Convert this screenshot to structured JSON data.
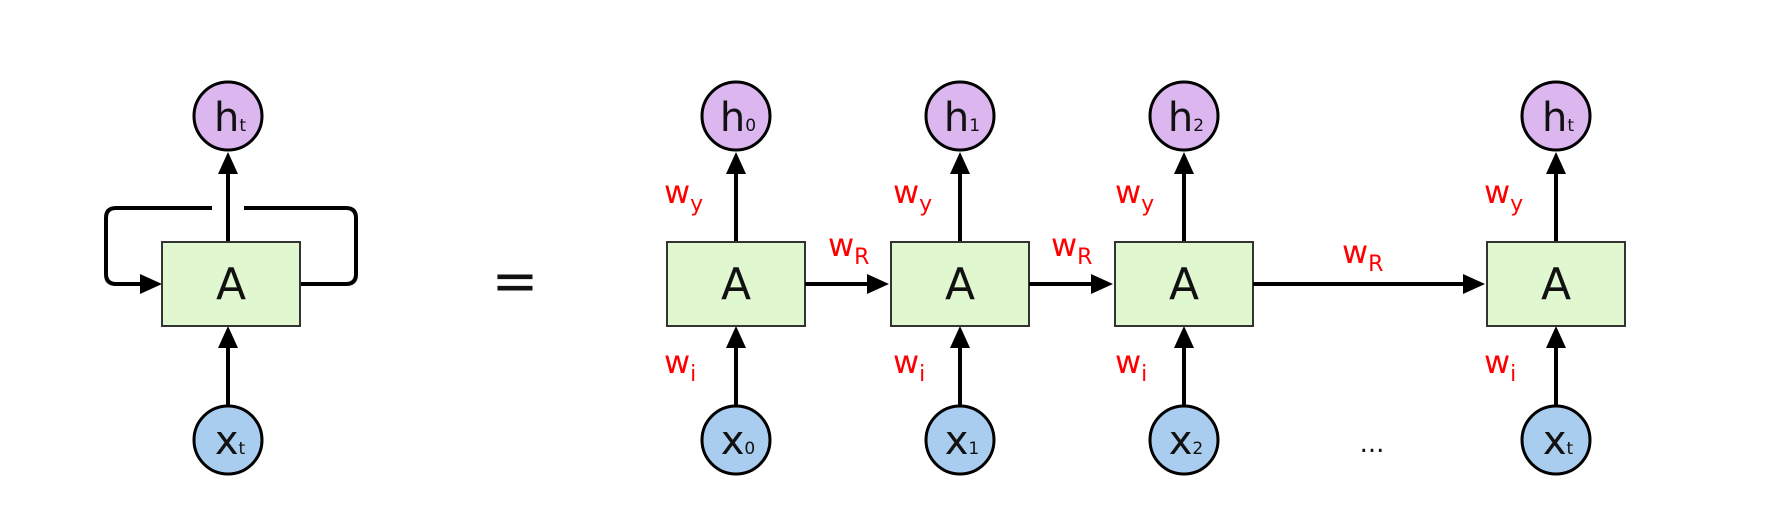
{
  "colors": {
    "cell_fill": "#e0f7d0",
    "output_node_fill": "#dcb6ef",
    "input_node_fill": "#a9cdef",
    "weight_label": "#ff0000",
    "arrow": "#000000"
  },
  "folded": {
    "cell_label": "A",
    "output": {
      "main": "h",
      "sub": "t"
    },
    "input": {
      "main": "x",
      "sub": "t"
    }
  },
  "equals_sign": "=",
  "ellipsis": "...",
  "unrolled": [
    {
      "cell_label": "A",
      "output": {
        "main": "h",
        "sub": "0"
      },
      "input": {
        "main": "x",
        "sub": "0"
      },
      "w_y": {
        "main": "w",
        "sub": "y"
      },
      "w_i": {
        "main": "w",
        "sub": "i"
      },
      "w_R": {
        "main": "w",
        "sub": "R"
      }
    },
    {
      "cell_label": "A",
      "output": {
        "main": "h",
        "sub": "1"
      },
      "input": {
        "main": "x",
        "sub": "1"
      },
      "w_y": {
        "main": "w",
        "sub": "y"
      },
      "w_i": {
        "main": "w",
        "sub": "i"
      },
      "w_R": {
        "main": "w",
        "sub": "R"
      }
    },
    {
      "cell_label": "A",
      "output": {
        "main": "h",
        "sub": "2"
      },
      "input": {
        "main": "x",
        "sub": "2"
      },
      "w_y": {
        "main": "w",
        "sub": "y"
      },
      "w_i": {
        "main": "w",
        "sub": "i"
      },
      "w_R": {
        "main": "w",
        "sub": "R"
      }
    },
    {
      "cell_label": "A",
      "output": {
        "main": "h",
        "sub": "t"
      },
      "input": {
        "main": "x",
        "sub": "t"
      },
      "w_y": {
        "main": "w",
        "sub": "y"
      },
      "w_i": {
        "main": "w",
        "sub": "i"
      }
    }
  ]
}
